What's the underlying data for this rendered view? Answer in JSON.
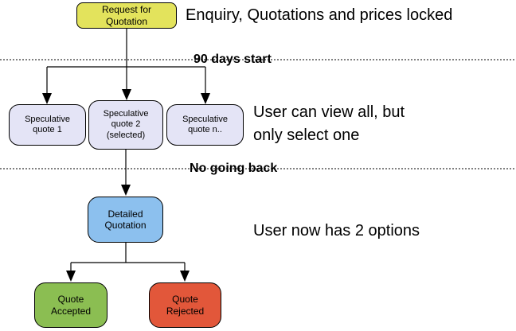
{
  "nodes": {
    "request": {
      "label": "Request for\nQuotation",
      "color": "#E3E35C"
    },
    "spec1": {
      "label": "Speculative\nquote 1",
      "color": "#E4E4F6"
    },
    "spec2": {
      "label": "Speculative\nquote 2\n(selected)",
      "color": "#E4E4F6"
    },
    "specn": {
      "label": "Speculative\nquote n..",
      "color": "#E4E4F6"
    },
    "detailed": {
      "label": "Detailed\nQuotation",
      "color": "#8CC0EE"
    },
    "accepted": {
      "label": "Quote\nAccepted",
      "color": "#8BBE52"
    },
    "rejected": {
      "label": "Quote\nRejected",
      "color": "#E2573A"
    }
  },
  "annotations": {
    "enquiry": "Enquiry, Quotations and prices locked",
    "view_all": "User can view all, but\nonly select one",
    "two_options": "User now has 2 options"
  },
  "dividers": {
    "days_start": "90 days start",
    "no_going_back": "No going back"
  },
  "colors": {
    "line": "#000000",
    "text": "#000000",
    "background": "#FFFFFF"
  }
}
